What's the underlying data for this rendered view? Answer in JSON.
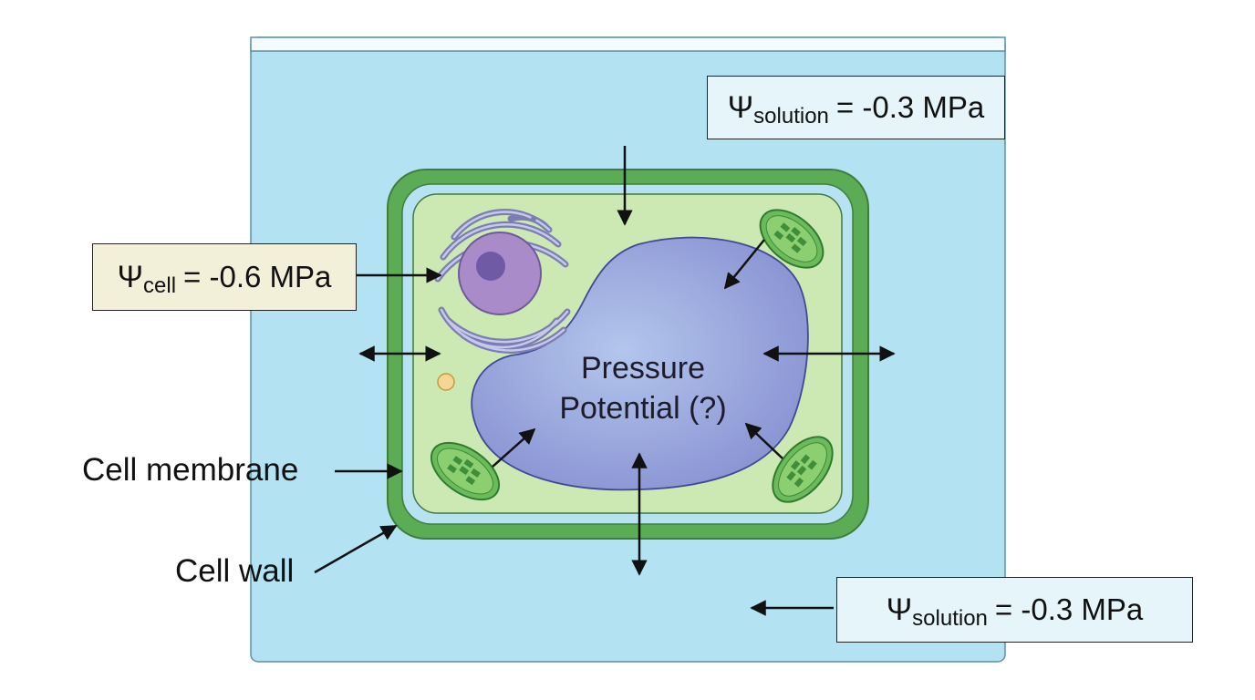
{
  "labels": {
    "psi_symbol": "Ψ",
    "psi_solution_top": {
      "subscript": "solution",
      "value": "= -0.3 MPa"
    },
    "psi_cell": {
      "subscript": "cell",
      "value": "= -0.6 MPa"
    },
    "psi_solution_bottom": {
      "subscript": "solution",
      "value": "= -0.3 MPa"
    },
    "cell_membrane": "Cell membrane",
    "cell_wall": "Cell wall",
    "vacuole_line1": "Pressure",
    "vacuole_line2": "Potential (?)"
  },
  "colors": {
    "solution": "#b3e3f3",
    "cell_wall": "#5cac55",
    "membrane_gap": "#b7e2f2",
    "cytoplasm": "#cde9b3",
    "vacuole": "#8c97d4",
    "nucleus": "#a98bc9",
    "chloroplast": "#6cbb5a",
    "solution_label_bg": "#e6f5f9",
    "cell_label_bg": "#f3f0da"
  }
}
